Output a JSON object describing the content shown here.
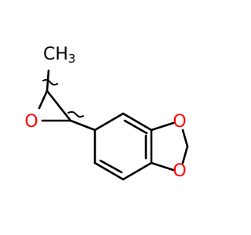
{
  "molecule": {
    "atoms": {
      "methyl_main": "CH",
      "methyl_sub": "3",
      "epoxide_oxygen": "O",
      "dioxole_oxygen_top": "O",
      "dioxole_oxygen_bottom": "O"
    },
    "colors": {
      "bond": "#000000",
      "oxygen": "#ff0000",
      "carbon_label": "#000000"
    }
  }
}
